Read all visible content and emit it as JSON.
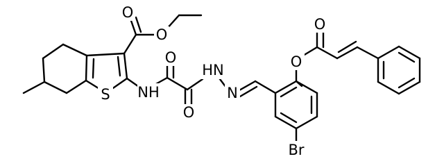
{
  "molecule": {
    "atoms": {
      "carbonyl_o_ester": "O",
      "ester_o": "O",
      "thiophene_s": "S",
      "amide_nh": "NH",
      "oxalyl_o_top": "O",
      "oxalyl_o_bottom": "O",
      "hydrazide_nh": "HN",
      "imine_n": "N",
      "aryl_ester_o": "O",
      "cinnamoyl_o": "O",
      "bromine": "Br"
    }
  }
}
